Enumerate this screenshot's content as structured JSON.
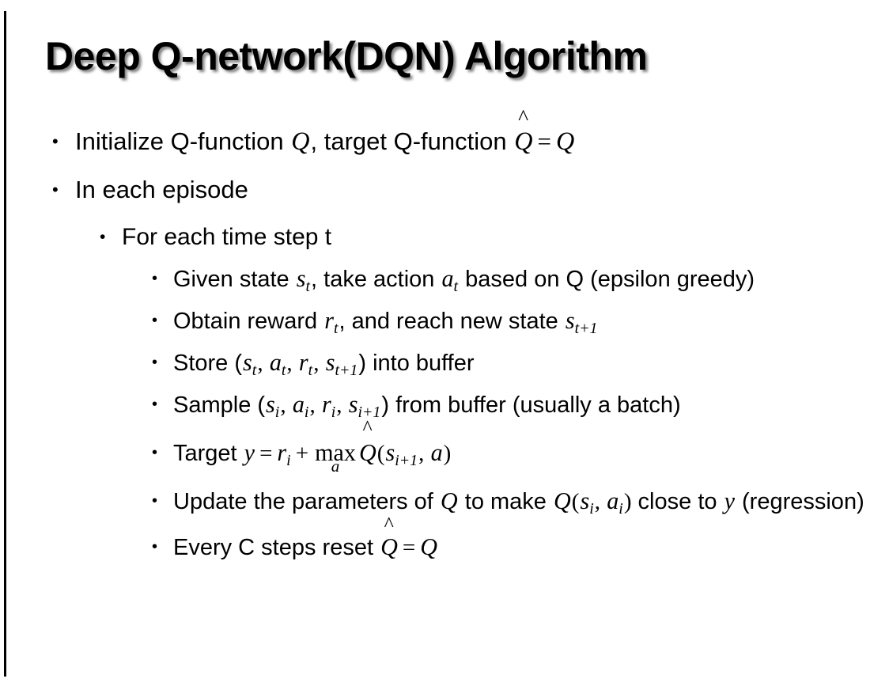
{
  "slide": {
    "title": "Deep Q-network(DQN) Algorithm",
    "bullet_marker": "•",
    "background_color": "#ffffff",
    "text_color": "#000000",
    "border_color": "#000000"
  },
  "content": {
    "initialize": {
      "text_a": "Initialize Q-function ",
      "var_q1": "Q",
      "text_b": ", target Q-function ",
      "hat_q": "Q",
      "hat_glyph": "^",
      "equals": "=",
      "var_q2": "Q"
    },
    "in_each_episode": "In each episode",
    "for_each_time_step": "For each time step t",
    "given_state": {
      "text_a": "Given state ",
      "var_s": "s",
      "sub_s": "t",
      "text_b": ", take action ",
      "var_a": "a",
      "sub_a": "t",
      "text_c": " based on Q (epsilon greedy)"
    },
    "obtain_reward": {
      "text_a": "Obtain reward ",
      "var_r": "r",
      "sub_r": "t",
      "text_b": ", and reach new state ",
      "var_s": "s",
      "sub_s": "t+1"
    },
    "store": {
      "text_a": "Store (",
      "var_s1": "s",
      "sub_s1": "t",
      "comma1": ", ",
      "var_a": "a",
      "sub_a": "t",
      "comma2": ", ",
      "var_r": "r",
      "sub_r": "t",
      "comma3": ", ",
      "var_s2": "s",
      "sub_s2": "t+1",
      "text_b": ") into buffer"
    },
    "sample": {
      "text_a": "Sample (",
      "var_s1": "s",
      "sub_s1": "i",
      "comma1": ", ",
      "var_a": "a",
      "sub_a": "i",
      "comma2": ", ",
      "var_r": "r",
      "sub_r": "i",
      "comma3": ", ",
      "var_s2": "s",
      "sub_s2": "i+1",
      "text_b": ") from buffer (usually a batch)"
    },
    "target": {
      "label": "Target ",
      "var_y": "y",
      "equals": "=",
      "var_r": "r",
      "sub_r": "i",
      "plus": "+",
      "max": "max",
      "max_sub": "a",
      "hat_q": "Q",
      "hat_glyph": "^",
      "paren_open": "(",
      "var_s": "s",
      "sub_s": "i+1",
      "comma": ", ",
      "var_a": "a",
      "paren_close": ")"
    },
    "update": {
      "text_a": "Update the parameters of ",
      "var_q1": "Q",
      "text_b": " to make ",
      "var_q2": "Q",
      "paren_open": "(",
      "var_s": "s",
      "sub_s": "i",
      "comma": ", ",
      "var_a": "a",
      "sub_a": "i",
      "paren_close": ")",
      "text_c": " close to ",
      "var_y": "y",
      "text_d": " (regression)"
    },
    "reset": {
      "text_a": "Every C steps reset ",
      "hat_q": "Q",
      "hat_glyph": "^",
      "equals": "=",
      "var_q": "Q"
    }
  }
}
